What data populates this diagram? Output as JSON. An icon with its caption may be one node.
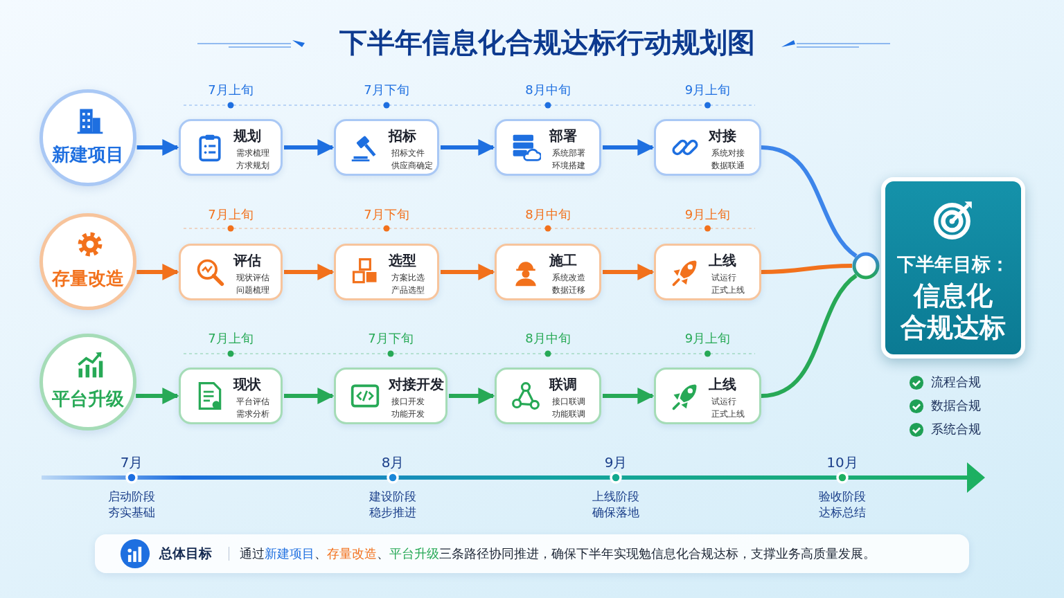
{
  "diagram": {
    "title": "下半年信息化合规达标行动规划图",
    "nodes": [
      {
        "text": [
          "新建项目"
        ]
      },
      {
        "text": [
          "规划",
          "需求梳理",
          "方求规划"
        ],
        "beside": [
          "7月上旬"
        ]
      },
      {
        "text": [
          "招标",
          "招标文件",
          "供应商确定"
        ],
        "beside": [
          "7月下旬"
        ]
      },
      {
        "text": [
          "部署",
          "系统部署",
          "环境搭建"
        ],
        "beside": [
          "8月中旬"
        ]
      },
      {
        "text": [
          "对接",
          "系统对接",
          "数据联通"
        ],
        "beside": [
          "9月上旬"
        ]
      },
      {
        "text": [
          "存量改造"
        ]
      },
      {
        "text": [
          "评估",
          "现状评估",
          "问题梳理"
        ],
        "beside": [
          "7月上旬"
        ]
      },
      {
        "text": [
          "选型",
          "方案比选",
          "产品选型"
        ],
        "beside": [
          "7月下旬"
        ]
      },
      {
        "text": [
          "施工",
          "系统改造",
          "数据迁移"
        ],
        "beside": [
          "8月中旬"
        ]
      },
      {
        "text": [
          "上线",
          "试运行",
          "正式上线"
        ],
        "beside": [
          "9月上旬"
        ]
      },
      {
        "text": [
          "平台升级"
        ]
      },
      {
        "text": [
          "现状",
          "平台评估",
          "需求分析"
        ],
        "beside": [
          "7月上旬"
        ]
      },
      {
        "text": [
          "对接开发",
          "接口开发",
          "功能开发"
        ],
        "beside": [
          "7月下旬"
        ]
      },
      {
        "text": [
          "联调",
          "接口联调",
          "功能联调"
        ],
        "beside": [
          "8月中旬"
        ]
      },
      {
        "text": [
          "上线",
          "试运行",
          "正式上线"
        ],
        "beside": [
          "9月上旬"
        ]
      },
      {
        "text": [],
        "shape": "circle"
      },
      {
        "text": [
          "下半年目标：",
          "信息化合规达标"
        ]
      }
    ],
    "edges": [
      {
        "from": 0,
        "to": 1,
        "arrow": "to",
        "color": "#1e6fe0"
      },
      {
        "from": 1,
        "to": 2,
        "arrow": "to",
        "color": "#1e6fe0"
      },
      {
        "from": 2,
        "to": 3,
        "arrow": "to",
        "color": "#1e6fe0"
      },
      {
        "from": 3,
        "to": 4,
        "arrow": "to",
        "color": "#1e6fe0"
      },
      {
        "from": 4,
        "to": 15,
        "arrow": "none",
        "color": "#3d85ea"
      },
      {
        "from": 5,
        "to": 6,
        "arrow": "to",
        "color": "#f2711c"
      },
      {
        "from": 6,
        "to": 7,
        "arrow": "to",
        "color": "#f2711c"
      },
      {
        "from": 7,
        "to": 8,
        "arrow": "to",
        "color": "#f2711c"
      },
      {
        "from": 8,
        "to": 9,
        "arrow": "to",
        "color": "#f2711c"
      },
      {
        "from": 9,
        "to": 15,
        "arrow": "none",
        "color": "#f2711c"
      },
      {
        "from": 10,
        "to": 11,
        "arrow": "to",
        "color": "#27a956"
      },
      {
        "from": 11,
        "to": 12,
        "arrow": "to",
        "color": "#27a956"
      },
      {
        "from": 12,
        "to": 13,
        "arrow": "to",
        "color": "#27a956"
      },
      {
        "from": 13,
        "to": 14,
        "arrow": "to",
        "color": "#27a956"
      },
      {
        "from": 14,
        "to": 15,
        "arrow": "none",
        "color": "#27a956"
      }
    ],
    "labels": [
      "流程合规",
      "数据合规",
      "系统合规",
      "7月",
      "8月",
      "9月",
      "10月",
      "启动阶段",
      "夯实基础",
      "建设阶段",
      "稳步推进",
      "上线阶段",
      "确保落地",
      "验收阶段",
      "达标总结",
      "总体目标",
      "通过**新建项目**、**存量改造**、**平台升级**三条路径协同推进，确保下半年实现勉信息化合规达标，支撑业务高质量发展。"
    ]
  }
}
